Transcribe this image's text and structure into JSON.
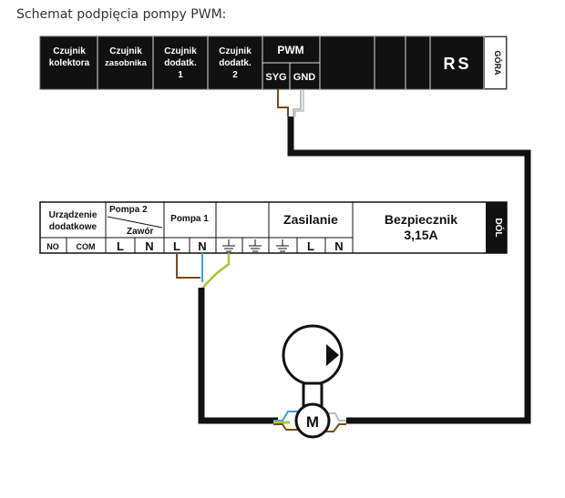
{
  "title": "Schemat podpięcia pompy PWM:",
  "top_block": {
    "cells": [
      {
        "lines": [
          "Czujnik",
          "kolektora"
        ]
      },
      {
        "lines": [
          "Czujnik",
          "zasobnika"
        ]
      },
      {
        "lines": [
          "Czujnik",
          "dodatk.",
          "1"
        ]
      },
      {
        "lines": [
          "Czujnik",
          "dodatk.",
          "2"
        ]
      }
    ],
    "pwm_header": "PWM",
    "pwm_syg": "SYG",
    "pwm_gnd": "GND",
    "rs": "RS",
    "side": "GÓRA"
  },
  "bottom_block": {
    "urzadzenie": [
      "Urządzenie",
      "dodatkowe"
    ],
    "no": "NO",
    "com": "COM",
    "pompa2": "Pompa 2",
    "zawor": "Zawór",
    "pompa1": "Pompa 1",
    "zasilanie": "Zasilanie",
    "bezpiecznik": [
      "Bezpiecznik",
      "3,15A"
    ],
    "side": "DÓL",
    "term_l": "L",
    "term_n": "N"
  },
  "motor": "M",
  "colors": {
    "black": "#111111",
    "brown": "#7a4a1c",
    "blue": "#3aa0d8",
    "green_yellow": "#a8c83a",
    "grey": "#bdbdbd"
  }
}
